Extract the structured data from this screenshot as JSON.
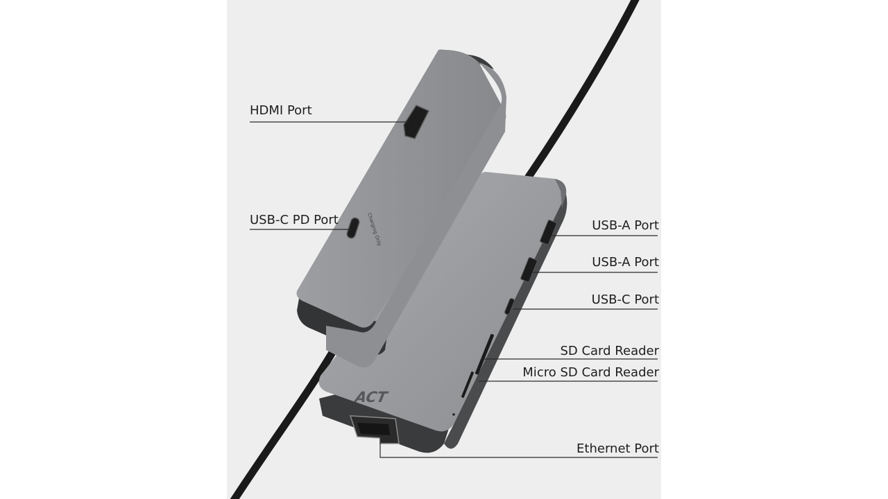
{
  "product": {
    "brand_logo": "ACT",
    "printed_port_text": "Charging Only"
  },
  "labels": {
    "hdmi": "HDMI Port",
    "usbc_pd": "USB-C PD Port",
    "usba_1": "USB-A Port",
    "usba_2": "USB-A Port",
    "usbc": "USB-C Port",
    "sd": "SD Card Reader",
    "microsd": "Micro SD Card Reader",
    "ethernet": "Ethernet Port"
  },
  "colors": {
    "panel_background": "#eeeeee",
    "hub_body": "#8f9194",
    "hub_top_face": "#a6a8ab",
    "end_cap": "#3a3b3d",
    "cable": "#1a1a1a",
    "leader_line": "#2a2a2a"
  }
}
